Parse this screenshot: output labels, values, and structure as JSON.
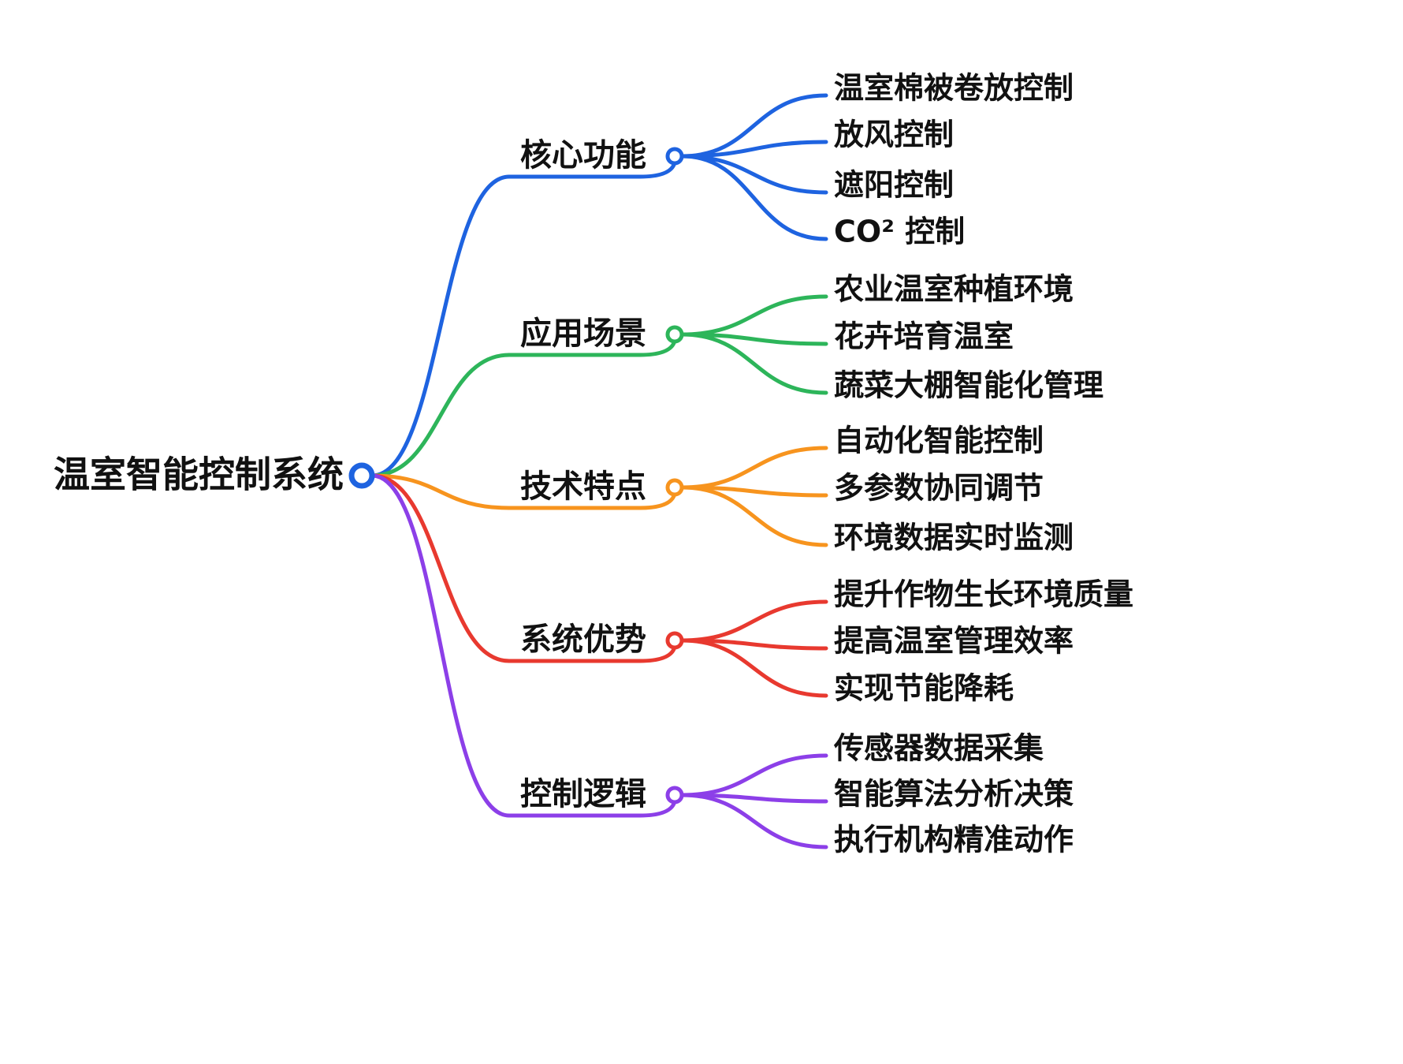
{
  "root": {
    "label": "温室智能控制系统",
    "color": "#1e63e0"
  },
  "branches": [
    {
      "label": "核心功能",
      "color": "#1e63e0",
      "children": [
        "温室棉被卷放控制",
        "放风控制",
        "遮阳控制",
        "CO² 控制"
      ]
    },
    {
      "label": "应用场景",
      "color": "#2db55a",
      "children": [
        "农业温室种植环境",
        "花卉培育温室",
        "蔬菜大棚智能化管理"
      ]
    },
    {
      "label": "技术特点",
      "color": "#f7941e",
      "children": [
        "自动化智能控制",
        "多参数协同调节",
        "环境数据实时监测"
      ]
    },
    {
      "label": "系统优势",
      "color": "#e8392f",
      "children": [
        "提升作物生长环境质量",
        "提高温室管理效率",
        "实现节能降耗"
      ]
    },
    {
      "label": "控制逻辑",
      "color": "#8c3fe8",
      "children": [
        "传感器数据采集",
        "智能算法分析决策",
        "执行机构精准动作"
      ]
    }
  ]
}
